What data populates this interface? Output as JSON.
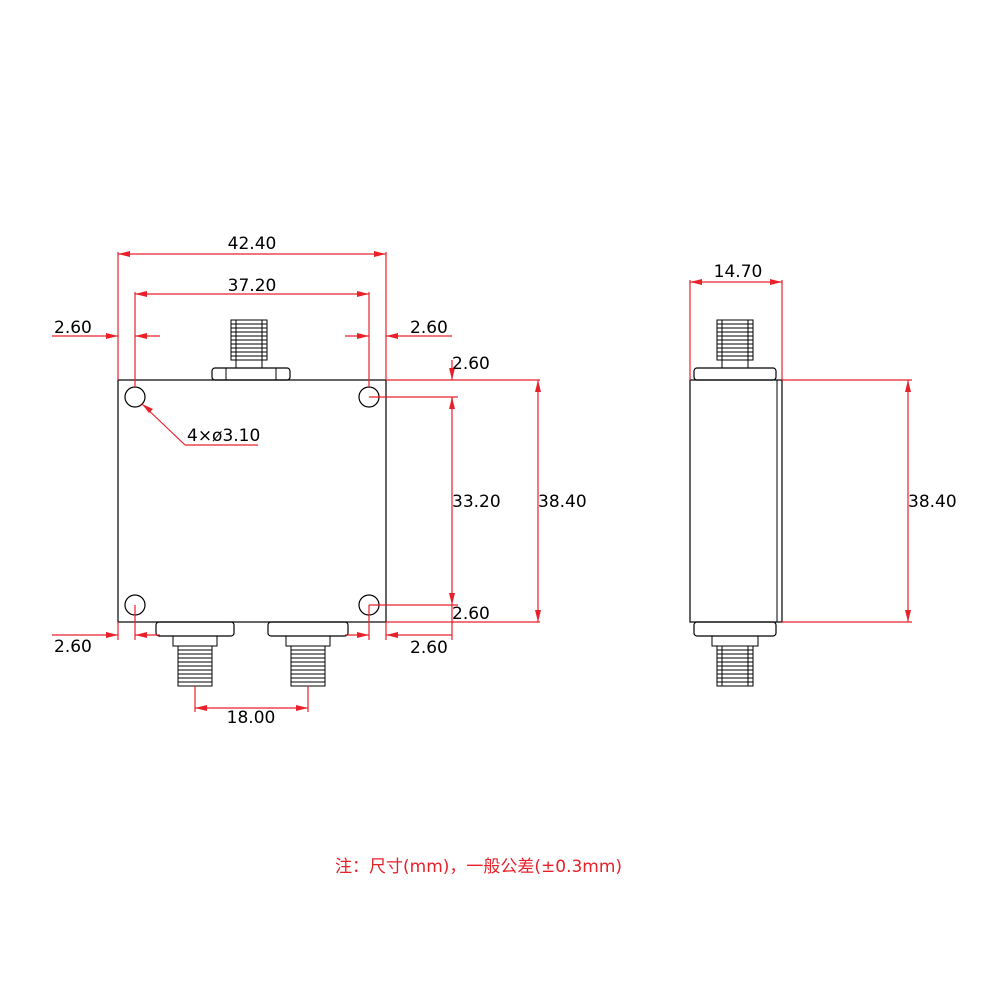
{
  "front_view": {
    "overall_width": "42.40",
    "mount_hole_pitch_x": "37.20",
    "hole_offset_left": "2.60",
    "hole_offset_right": "2.60",
    "hole_offset_top": "2.60",
    "hole_pitch_y": "33.20",
    "overall_height": "38.40",
    "hole_offset_bottom_right": "2.60",
    "bottom_offset_left": "2.60",
    "bottom_offset_right": "2.60",
    "hole_callout": "4×ø3.10",
    "output_connector_spacing": "18.00"
  },
  "side_view": {
    "depth": "14.70",
    "height": "38.40"
  },
  "note": "注：尺寸(mm)，一般公差(±0.3mm)",
  "colors": {
    "dimension_line": "#e8202a",
    "outline": "#000000"
  }
}
